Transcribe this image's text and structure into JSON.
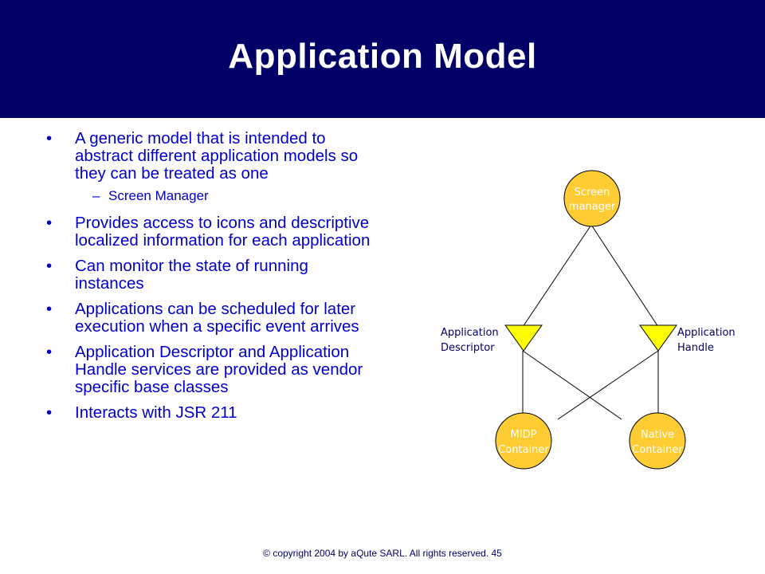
{
  "slide": {
    "title": "Application Model",
    "accent_color": "#000066",
    "bullets": [
      "A generic model that is intended to abstract different application models so they can be treated as one",
      "Provides access to icons and descriptive localized information for each application",
      "Can monitor the state of running instances",
      "Applications can be scheduled for later execution when a specific event arrives",
      "Application Descriptor and Application Handle services are provided as vendor specific base classes",
      "Interacts with JSR 211"
    ],
    "sub_bullet": "Screen Manager",
    "footer": "© copyright 2004 by aQute SARL. All rights reserved. 45"
  },
  "diagram": {
    "screen_manager": [
      "Screen",
      "manager"
    ],
    "descriptor_label": [
      "Application",
      "Descriptor"
    ],
    "handle_label": [
      "Application",
      "Handle"
    ],
    "midp": [
      "MIDP",
      "Container"
    ],
    "native": [
      "Native",
      "Container"
    ],
    "node_color": "#ffcc33",
    "triangle_color": "#ffff00"
  }
}
